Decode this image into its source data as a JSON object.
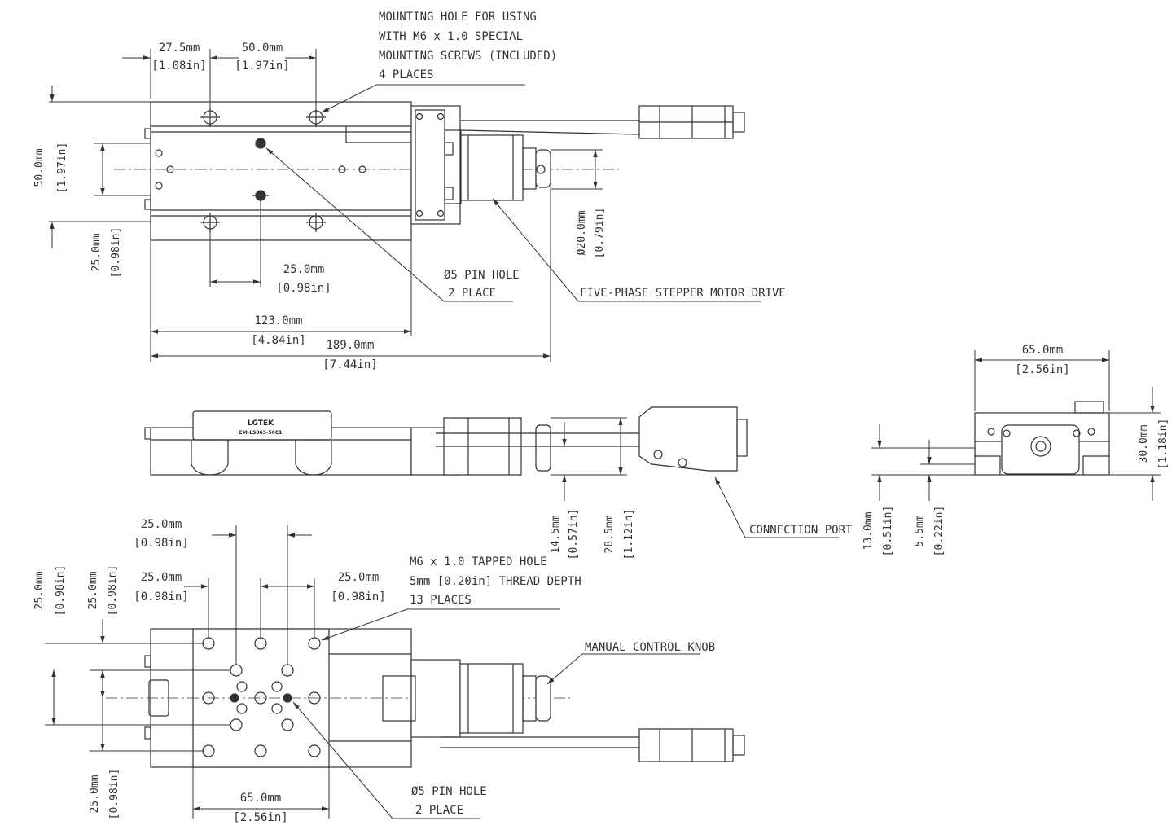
{
  "top_view": {
    "dims": {
      "d27_5": [
        "27.5mm",
        "[1.08in]"
      ],
      "d50_0": [
        "50.0mm",
        "[1.97in]"
      ],
      "d50_0_v": [
        "50.0mm",
        "[1.97in]"
      ],
      "d25_0_v": [
        "25.0mm",
        "[0.98in]"
      ],
      "d25_0_h": [
        "25.0mm",
        "[0.98in]"
      ],
      "d123": [
        "123.0mm",
        "[4.84in]"
      ],
      "d189": [
        "189.0mm",
        "[7.44in]"
      ],
      "d20_dia": [
        "Ø20.0mm",
        "[0.79in]"
      ]
    },
    "mounting_note": [
      "MOUNTING HOLE FOR USING",
      "WITH M6 x 1.0 SPECIAL",
      "MOUNTING SCREWS (INCLUDED)",
      "4 PLACES"
    ],
    "pin_note": [
      "Ø5 PIN HOLE",
      "2 PLACE"
    ],
    "motor_note": "FIVE-PHASE STEPPER MOTOR DRIVE"
  },
  "side_view": {
    "logo": "LGTEK",
    "model": "EM-LS065-50C1",
    "dims": {
      "d14_5": [
        "14.5mm",
        "[0.57in]"
      ],
      "d28_5": [
        "28.5mm",
        "[1.12in]"
      ]
    },
    "port_note": "CONNECTION PORT"
  },
  "end_view": {
    "dims": {
      "d65": [
        "65.0mm",
        "[2.56in]"
      ],
      "d30": [
        "30.0mm",
        "[1.18in]"
      ],
      "d13": [
        "13.0mm",
        "[0.51in]"
      ],
      "d5_5": [
        "5.5mm",
        "[0.22in]"
      ]
    }
  },
  "bottom_view": {
    "dims": {
      "d25_a": [
        "25.0mm",
        "[0.98in]"
      ],
      "d25_b": [
        "25.0mm",
        "[0.98in]"
      ],
      "d25_c": [
        "25.0mm",
        "[0.98in]"
      ],
      "d25_v1": [
        "25.0mm",
        "[0.98in]"
      ],
      "d25_v2": [
        "25.0mm",
        "[0.98in]"
      ],
      "d25_v3": [
        "25.0mm",
        "[0.98in]"
      ],
      "d65": [
        "65.0mm",
        "[2.56in]"
      ]
    },
    "tapped_note": [
      "M6 x 1.0 TAPPED HOLE",
      "5mm [0.20in] THREAD DEPTH",
      "13 PLACES"
    ],
    "pin_note": [
      "Ø5 PIN HOLE",
      "2 PLACE"
    ],
    "knob_note": "MANUAL CONTROL KNOB"
  },
  "colors": {
    "line": "#333333",
    "part_fill": "#ffffff"
  }
}
